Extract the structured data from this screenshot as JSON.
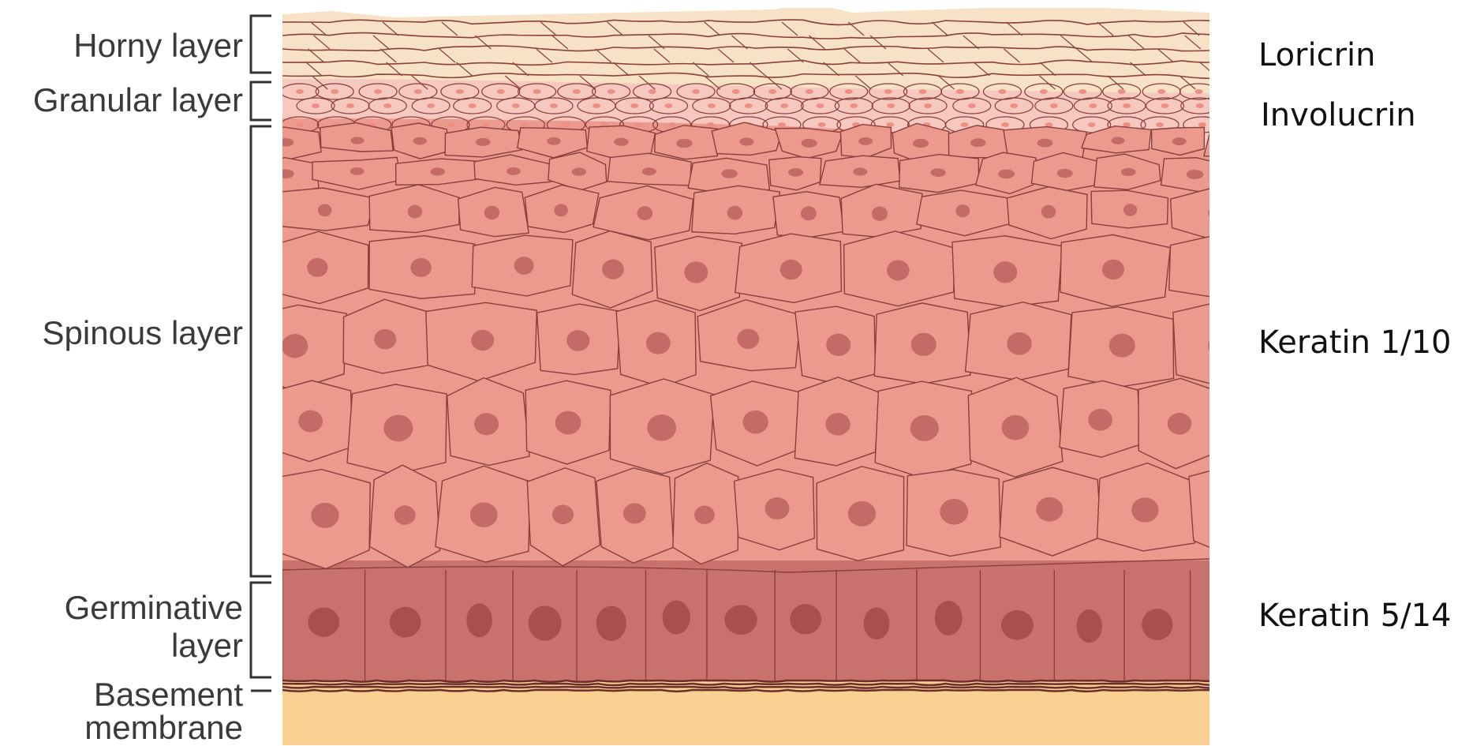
{
  "layers": {
    "horny": "Horny layer",
    "granular": "Granular layer",
    "spinous": "Spinous layer",
    "germinative_line1": "Germinative",
    "germinative_line2": "layer",
    "basement_line1": "Basement",
    "basement_line2": "membrane"
  },
  "markers": {
    "horny": "Loricrin",
    "granular": "Involucrin",
    "spinous": "Keratin 1/10",
    "germinative": "Keratin 5/14"
  },
  "colors": {
    "horny_fill": "#f8e2c5",
    "granular_fill": "#f6c8c0",
    "spinous_fill": "#ec9a8e",
    "germinative_fill": "#c9726d",
    "nucleus": "#c46b67",
    "cell_border": "#8a3f3d",
    "dermis": "#f9cf92"
  }
}
